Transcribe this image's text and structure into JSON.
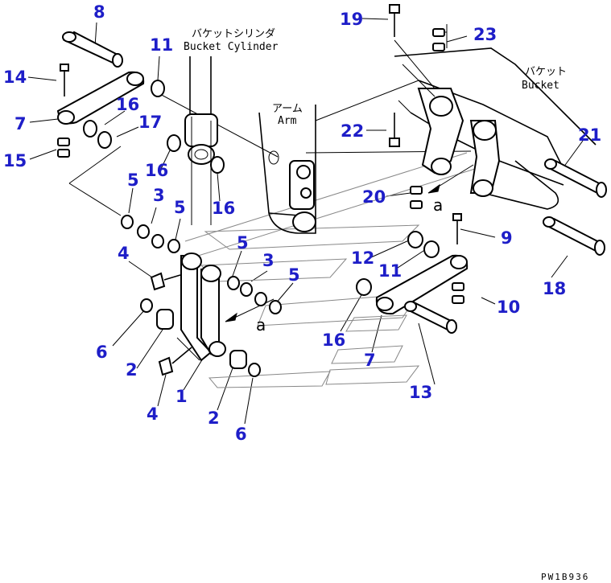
{
  "labels": {
    "bucket_cylinder_jp": "バケットシリンダ",
    "bucket_cylinder_en": "Bucket Cylinder",
    "arm_jp": "アーム",
    "arm_en": "Arm",
    "bucket_jp": "バケット",
    "bucket_en": "Bucket",
    "ref_a1": "a",
    "ref_a2": "a",
    "drawing_code": "PW1B936"
  },
  "callouts": {
    "c1": "1",
    "c2a": "2",
    "c2b": "2",
    "c3a": "3",
    "c3b": "3",
    "c4a": "4",
    "c4b": "4",
    "c5a": "5",
    "c5b": "5",
    "c5c": "5",
    "c5d": "5",
    "c6a": "6",
    "c6b": "6",
    "c7a": "7",
    "c7b": "7",
    "c8": "8",
    "c9": "9",
    "c10": "10",
    "c11a": "11",
    "c11b": "11",
    "c12": "12",
    "c13": "13",
    "c14": "14",
    "c15": "15",
    "c16a": "16",
    "c16b": "16",
    "c16c": "16",
    "c16d": "16",
    "c17": "17",
    "c18": "18",
    "c19": "19",
    "c20": "20",
    "c21": "21",
    "c22": "22",
    "c23": "23"
  },
  "colors": {
    "callout": "#1e1ec8",
    "line": "#000000",
    "background": "#ffffff"
  }
}
